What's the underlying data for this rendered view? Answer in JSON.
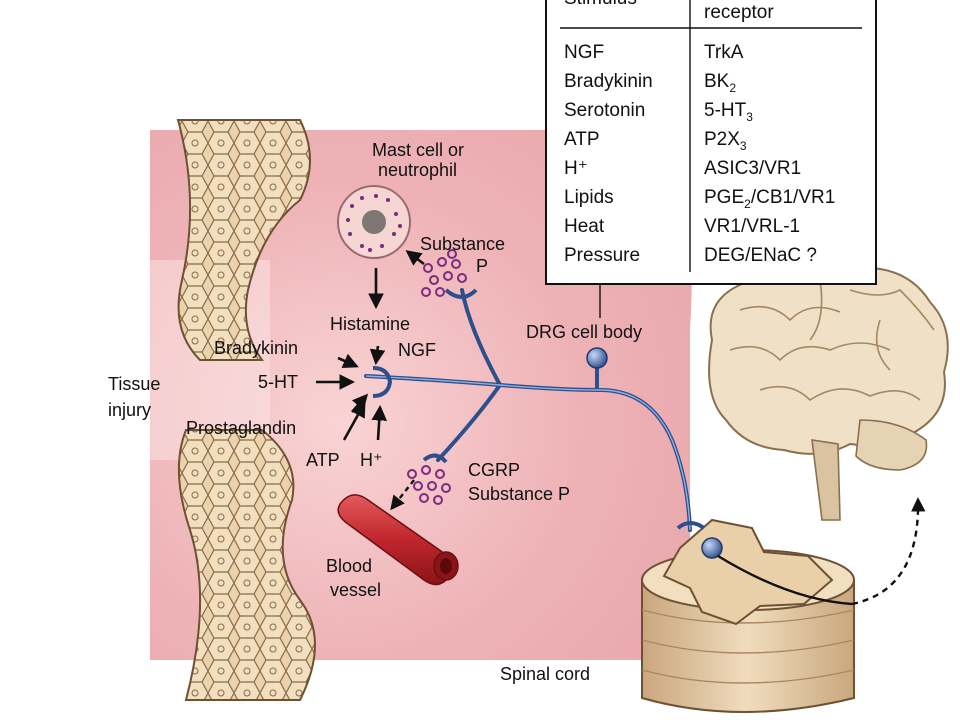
{
  "labels": {
    "mast_cell": [
      "Mast cell or",
      "neutrophil"
    ],
    "substance_p_top": [
      "Substance",
      "P"
    ],
    "histamine": "Histamine",
    "ngf": "NGF",
    "bradykinin": "Bradykinin",
    "five_ht": "5-HT",
    "prostaglandin": "Prostaglandin",
    "atp": "ATP",
    "h_plus": "H⁺",
    "tissue_injury": [
      "Tissue",
      "injury"
    ],
    "drg_cell_body": "DRG cell body",
    "cgrp_sub_p": [
      "CGRP",
      "Substance P"
    ],
    "blood_vessel": [
      "Blood",
      "vessel"
    ],
    "spinal_cord": "Spinal cord"
  },
  "table": {
    "header_left": "Stimulus",
    "header_right": "receptor",
    "rows": [
      {
        "stimulus": "NGF",
        "receptor": "TrkA"
      },
      {
        "stimulus": "Bradykinin",
        "receptor": "BK",
        "receptor_sub": "2",
        "receptor_tail": ""
      },
      {
        "stimulus": "Serotonin",
        "receptor": "5-HT",
        "receptor_sub": "3",
        "receptor_tail": ""
      },
      {
        "stimulus": "ATP",
        "receptor": "P2X",
        "receptor_sub": "3",
        "receptor_tail": ""
      },
      {
        "stimulus": "H⁺",
        "receptor": "ASIC3/VR1"
      },
      {
        "stimulus": "Lipids",
        "receptor": "PGE",
        "receptor_sub": "2",
        "receptor_tail": "/CB1/VR1"
      },
      {
        "stimulus": "Heat",
        "receptor": "VR1/VRL-1"
      },
      {
        "stimulus": "Pressure",
        "receptor": "DEG/ENaC ?"
      }
    ]
  },
  "colors": {
    "tissue_bg": "#f2b8b8",
    "neuron": "#2d4f8c",
    "skin": "#e8cfa8",
    "vessel": "#c0262c",
    "granule": "#7b2a80",
    "brain": "#efe0c6"
  }
}
